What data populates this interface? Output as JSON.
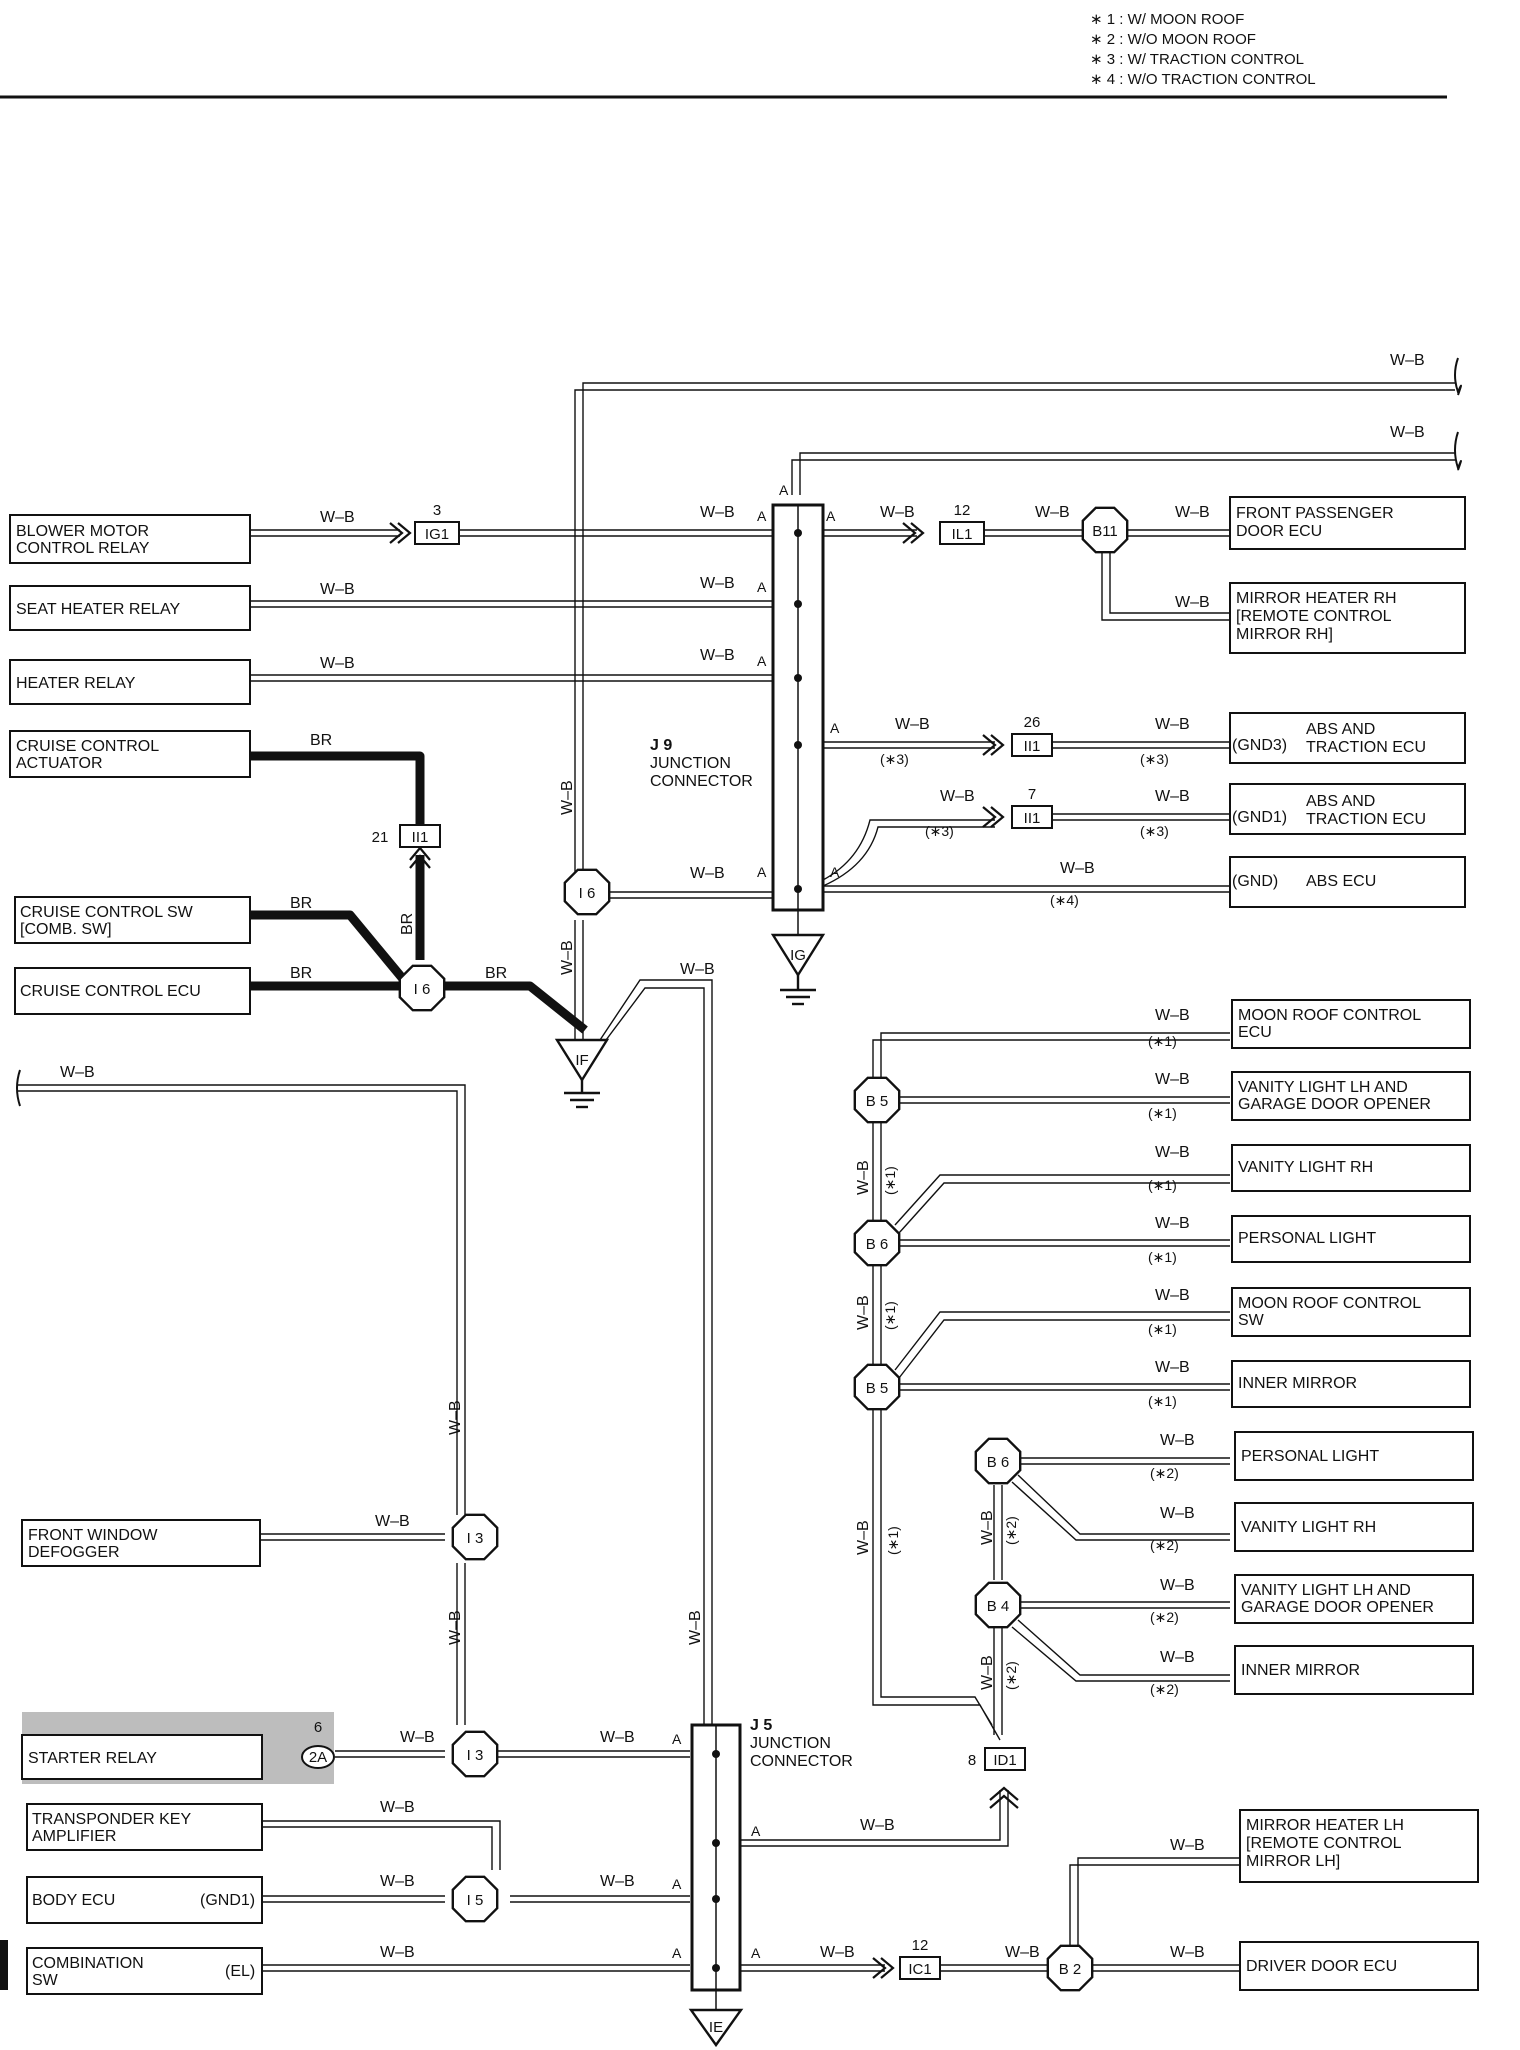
{
  "legend": [
    "∗ 1 : W/ MOON ROOF",
    "∗ 2 : W/O MOON ROOF",
    "∗ 3 : W/ TRACTION CONTROL",
    "∗ 4 : W/O TRACTION CONTROL"
  ],
  "wire_color": "W–B",
  "wire_color_br": "BR",
  "pin_a": "A",
  "components": {
    "blower_motor_relay": [
      "BLOWER MOTOR",
      "CONTROL RELAY"
    ],
    "seat_heater_relay": "SEAT HEATER RELAY",
    "heater_relay": "HEATER RELAY",
    "cruise_actuator": [
      "CRUISE CONTROL",
      "ACTUATOR"
    ],
    "cruise_sw": [
      "CRUISE CONTROL SW",
      "[COMB.  SW]"
    ],
    "cruise_ecu": "CRUISE CONTROL ECU",
    "front_window_defogger": [
      "FRONT WINDOW",
      "DEFOGGER"
    ],
    "starter_relay": "STARTER RELAY",
    "transponder": [
      "TRANSPONDER KEY",
      "AMPLIFIER"
    ],
    "body_ecu": "BODY ECU",
    "body_ecu_pin": "(GND1)",
    "combination_sw": [
      "COMBINATION",
      "SW"
    ],
    "combination_sw_pin": "(EL)",
    "front_passenger_door_ecu": [
      "FRONT PASSENGER",
      "DOOR ECU"
    ],
    "mirror_heater_rh": [
      "MIRROR HEATER RH",
      "[REMOTE CONTROL",
      " MIRROR RH]"
    ],
    "abs_traction_ecu_1": [
      "ABS AND",
      "TRACTION ECU"
    ],
    "abs_traction_ecu_1_pin": "(GND3)",
    "abs_traction_ecu_2": [
      "ABS AND",
      "TRACTION ECU"
    ],
    "abs_traction_ecu_2_pin": "(GND1)",
    "abs_ecu": "ABS ECU",
    "abs_ecu_pin": "(GND)",
    "moon_roof_control_ecu": [
      "MOON ROOF CONTROL",
      "ECU"
    ],
    "vanity_lh_garage_1": [
      "VANITY LIGHT LH AND",
      "GARAGE DOOR OPENER"
    ],
    "vanity_rh_1": "VANITY LIGHT RH",
    "personal_light_1": "PERSONAL LIGHT",
    "moon_roof_control_sw": [
      "MOON ROOF CONTROL",
      "SW"
    ],
    "inner_mirror_1": "INNER MIRROR",
    "personal_light_2": "PERSONAL LIGHT",
    "vanity_rh_2": "VANITY LIGHT RH",
    "vanity_lh_garage_2": [
      "VANITY LIGHT LH AND",
      "GARAGE DOOR OPENER"
    ],
    "inner_mirror_2": "INNER MIRROR",
    "mirror_heater_lh": [
      "MIRROR HEATER LH",
      "[REMOTE CONTROL",
      " MIRROR LH]"
    ],
    "driver_door_ecu": "DRIVER DOOR ECU"
  },
  "junctions": {
    "j9_id": "J 9",
    "j9_name": [
      "JUNCTION",
      "CONNECTOR"
    ],
    "j5_id": "J 5",
    "j5_name": [
      "JUNCTION",
      "CONNECTOR"
    ]
  },
  "connectors": {
    "ig1": "IG1",
    "ig1_pin": "3",
    "il1": "IL1",
    "il1_pin": "12",
    "ii1_26": "II1",
    "ii1_26_pin": "26",
    "ii1_7": "II1",
    "ii1_7_pin": "7",
    "ii1_21": "II1",
    "ii1_21_pin": "21",
    "ic1": "IC1",
    "ic1_pin": "12",
    "id1": "ID1",
    "id1_pin": "8",
    "c2a": "2A",
    "c2a_pin": "6"
  },
  "splices": {
    "b11": "B11",
    "i6a": "I 6",
    "i6b": "I 6",
    "i3a": "I 3",
    "i3b": "I 3",
    "i5": "I 5",
    "b5a": "B 5",
    "b6a": "B 6",
    "b5b": "B 5",
    "b6b": "B 6",
    "b4": "B 4",
    "b2": "B 2"
  },
  "grounds": {
    "ig": "IG",
    "if": "IF",
    "ie": "IE"
  },
  "conditions": {
    "c1": "(∗1)",
    "c2": "(∗2)",
    "c3": "(∗3)",
    "c4": "(∗4)"
  }
}
